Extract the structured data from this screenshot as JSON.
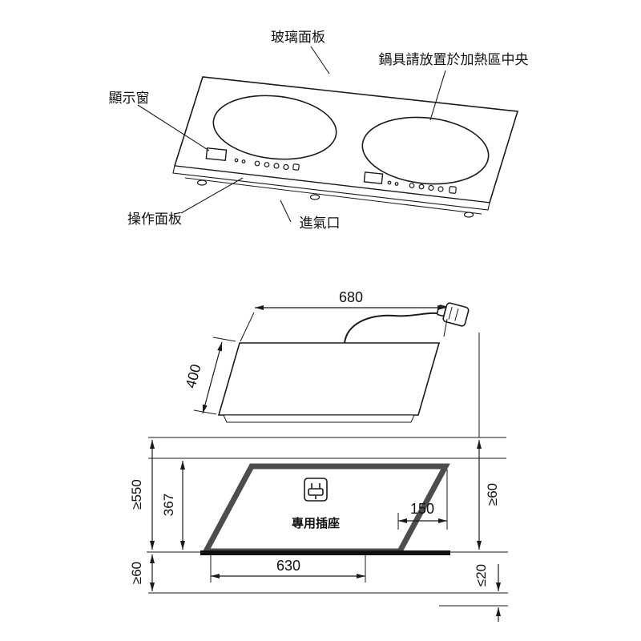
{
  "top_diagram": {
    "labels": {
      "glass_panel": "玻璃面板",
      "cookware_note": "鍋具請放置於加熱區中央",
      "display_window": "顯示窗",
      "control_panel": "操作面板",
      "air_inlet": "進氣口"
    }
  },
  "install_diagram": {
    "socket_label": "專用插座",
    "socket_icon_name": "power-plug-icon",
    "dims": {
      "top_width": "680",
      "body_depth": "400",
      "counter_depth_min": "≥550",
      "cutout_depth": "367",
      "left_clearance_min": "≥60",
      "cutout_width": "630",
      "socket_offset": "150",
      "right_clearance_min": "≥60",
      "counter_thickness_max": "≤20"
    }
  },
  "colors": {
    "line": "#1a1a1a",
    "cutout_border": "#4d4d4d"
  }
}
